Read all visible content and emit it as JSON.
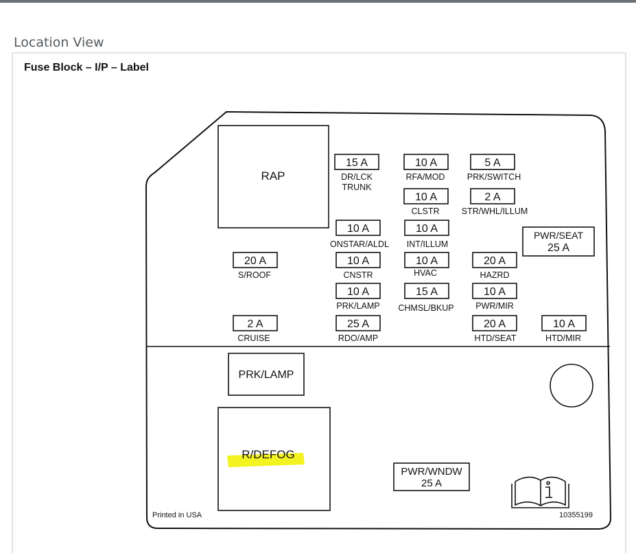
{
  "section_title": "Location View",
  "diagram_title": "Fuse Block – I/P – Label",
  "relays": {
    "rap": "RAP",
    "prk_lamp": "PRK/LAMP",
    "r_defog": "R/DEFOG",
    "pwr_seat_1": "PWR/SEAT",
    "pwr_seat_2": "25 A",
    "pwr_wndw_1": "PWR/WNDW",
    "pwr_wndw_2": "25 A"
  },
  "fuses": [
    {
      "id": "dr-lck-trunk",
      "amp": "15 A",
      "label": "DR/LCK",
      "label2": "TRUNK"
    },
    {
      "id": "rfa-mod",
      "amp": "10 A",
      "label": "RFA/MOD"
    },
    {
      "id": "prk-switch",
      "amp": "5 A",
      "label": "PRK/SWITCH"
    },
    {
      "id": "clstr",
      "amp": "10 A",
      "label": "CLSTR"
    },
    {
      "id": "str-whl-illum",
      "amp": "2 A",
      "label": "STR/WHL/ILLUM"
    },
    {
      "id": "onstar-aldl",
      "amp": "10 A",
      "label": "ONSTAR/ALDL"
    },
    {
      "id": "int-illum",
      "amp": "10 A",
      "label": "INT/ILLUM"
    },
    {
      "id": "s-roof",
      "amp": "20 A",
      "label": "S/ROOF"
    },
    {
      "id": "cnstr",
      "amp": "10 A",
      "label": "CNSTR"
    },
    {
      "id": "hvac",
      "amp": "10 A",
      "label": "HVAC"
    },
    {
      "id": "hazrd",
      "amp": "20 A",
      "label": "HAZRD"
    },
    {
      "id": "prk-lamp",
      "amp": "10 A",
      "label": "PRK/LAMP"
    },
    {
      "id": "chmsl-bkup",
      "amp": "15 A",
      "label": "CHMSL/BKUP"
    },
    {
      "id": "pwr-mir",
      "amp": "10 A",
      "label": "PWR/MIR"
    },
    {
      "id": "cruise",
      "amp": "2 A",
      "label": "CRUISE"
    },
    {
      "id": "rdo-amp",
      "amp": "25 A",
      "label": "RDO/AMP"
    },
    {
      "id": "htd-seat",
      "amp": "20 A",
      "label": "HTD/SEAT"
    },
    {
      "id": "htd-mir",
      "amp": "10 A",
      "label": "HTD/MIR"
    }
  ],
  "footer": {
    "printed": "Printed in USA",
    "part_number": "10355199"
  },
  "colors": {
    "highlight": "#f2f20a",
    "line": "#111111"
  },
  "icons": [
    "manual-book-icon"
  ]
}
